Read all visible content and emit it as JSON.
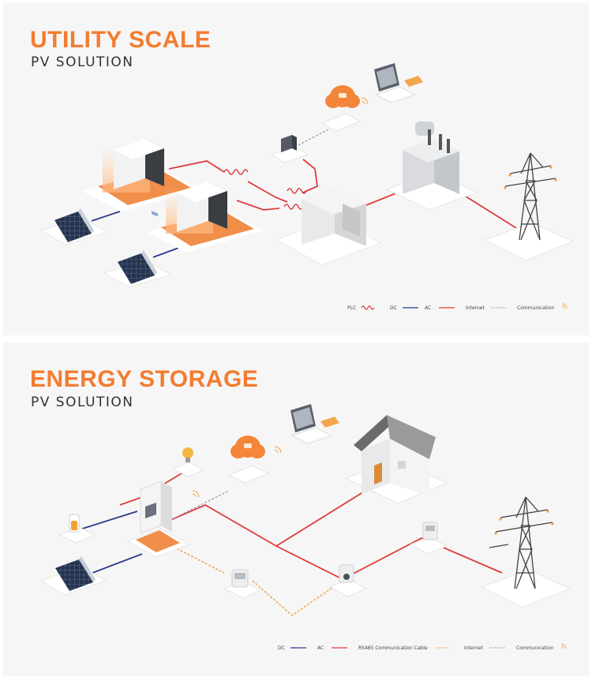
{
  "utility": {
    "title": "UTILITY SCALE",
    "subtitle": "PV SOLUTION",
    "line_label": "",
    "legend": {
      "plc": "PLC",
      "dc": "DC",
      "ac": "AC",
      "internet": "Internet",
      "communication": "Communication"
    }
  },
  "storage": {
    "title": "ENERGY STORAGE",
    "subtitle": "PV SOLUTION",
    "legend": {
      "dc": "DC",
      "ac": "AC",
      "rs485": "RS485 Communication Cable",
      "internet": "Internet",
      "communication": "Communication"
    }
  },
  "colors": {
    "accent": "#f47c30",
    "dc_line": "#2e3a8c",
    "ac_line": "#e03a3e",
    "rs485_line": "#f0a040",
    "internet_line": "#9a9a9a",
    "panel_bg": "#f6f6f6"
  }
}
